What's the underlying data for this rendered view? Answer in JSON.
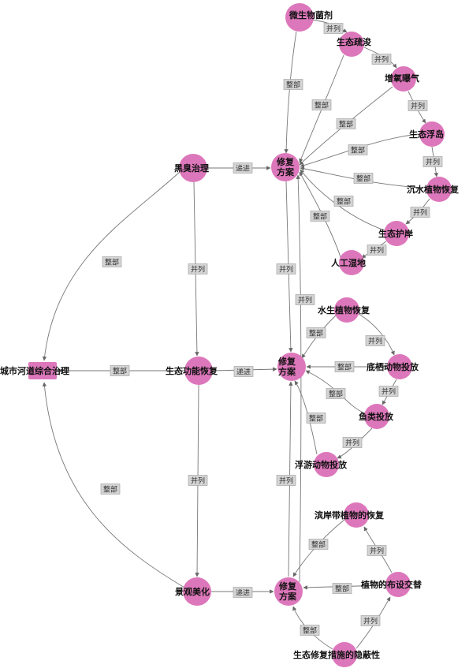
{
  "nodes": {
    "root": "城市河道综合治理",
    "odor": "黑臭治理",
    "eco_func": "生态功能恢复",
    "landscape": "景观美化",
    "plan1": "修复方案",
    "plan2": "修复方案",
    "plan3": "修复方案",
    "microbe": "微生物菌剂",
    "dredge": "生态疏浚",
    "aeration": "增氧曝气",
    "floating_island": "生态浮岛",
    "submerged": "沉水植物恢复",
    "revetment": "生态护岸",
    "wetland": "人工湿地",
    "aquatic_plant": "水生植物恢复",
    "benthic": "底栖动物投放",
    "fish": "鱼类投放",
    "plankton": "浮游动物投放",
    "riparian": "滨岸带植物的恢复",
    "plant_layout": "植物的布设交替",
    "concealment": "生态修复措施的隐蔽性"
  },
  "edge_labels": {
    "whole_part": "整部",
    "parallel": "并列",
    "progressive": "递进"
  },
  "colors": {
    "node_fill": "#dd77bb",
    "edge": "#777777",
    "label_box": "#d4d4d4"
  }
}
